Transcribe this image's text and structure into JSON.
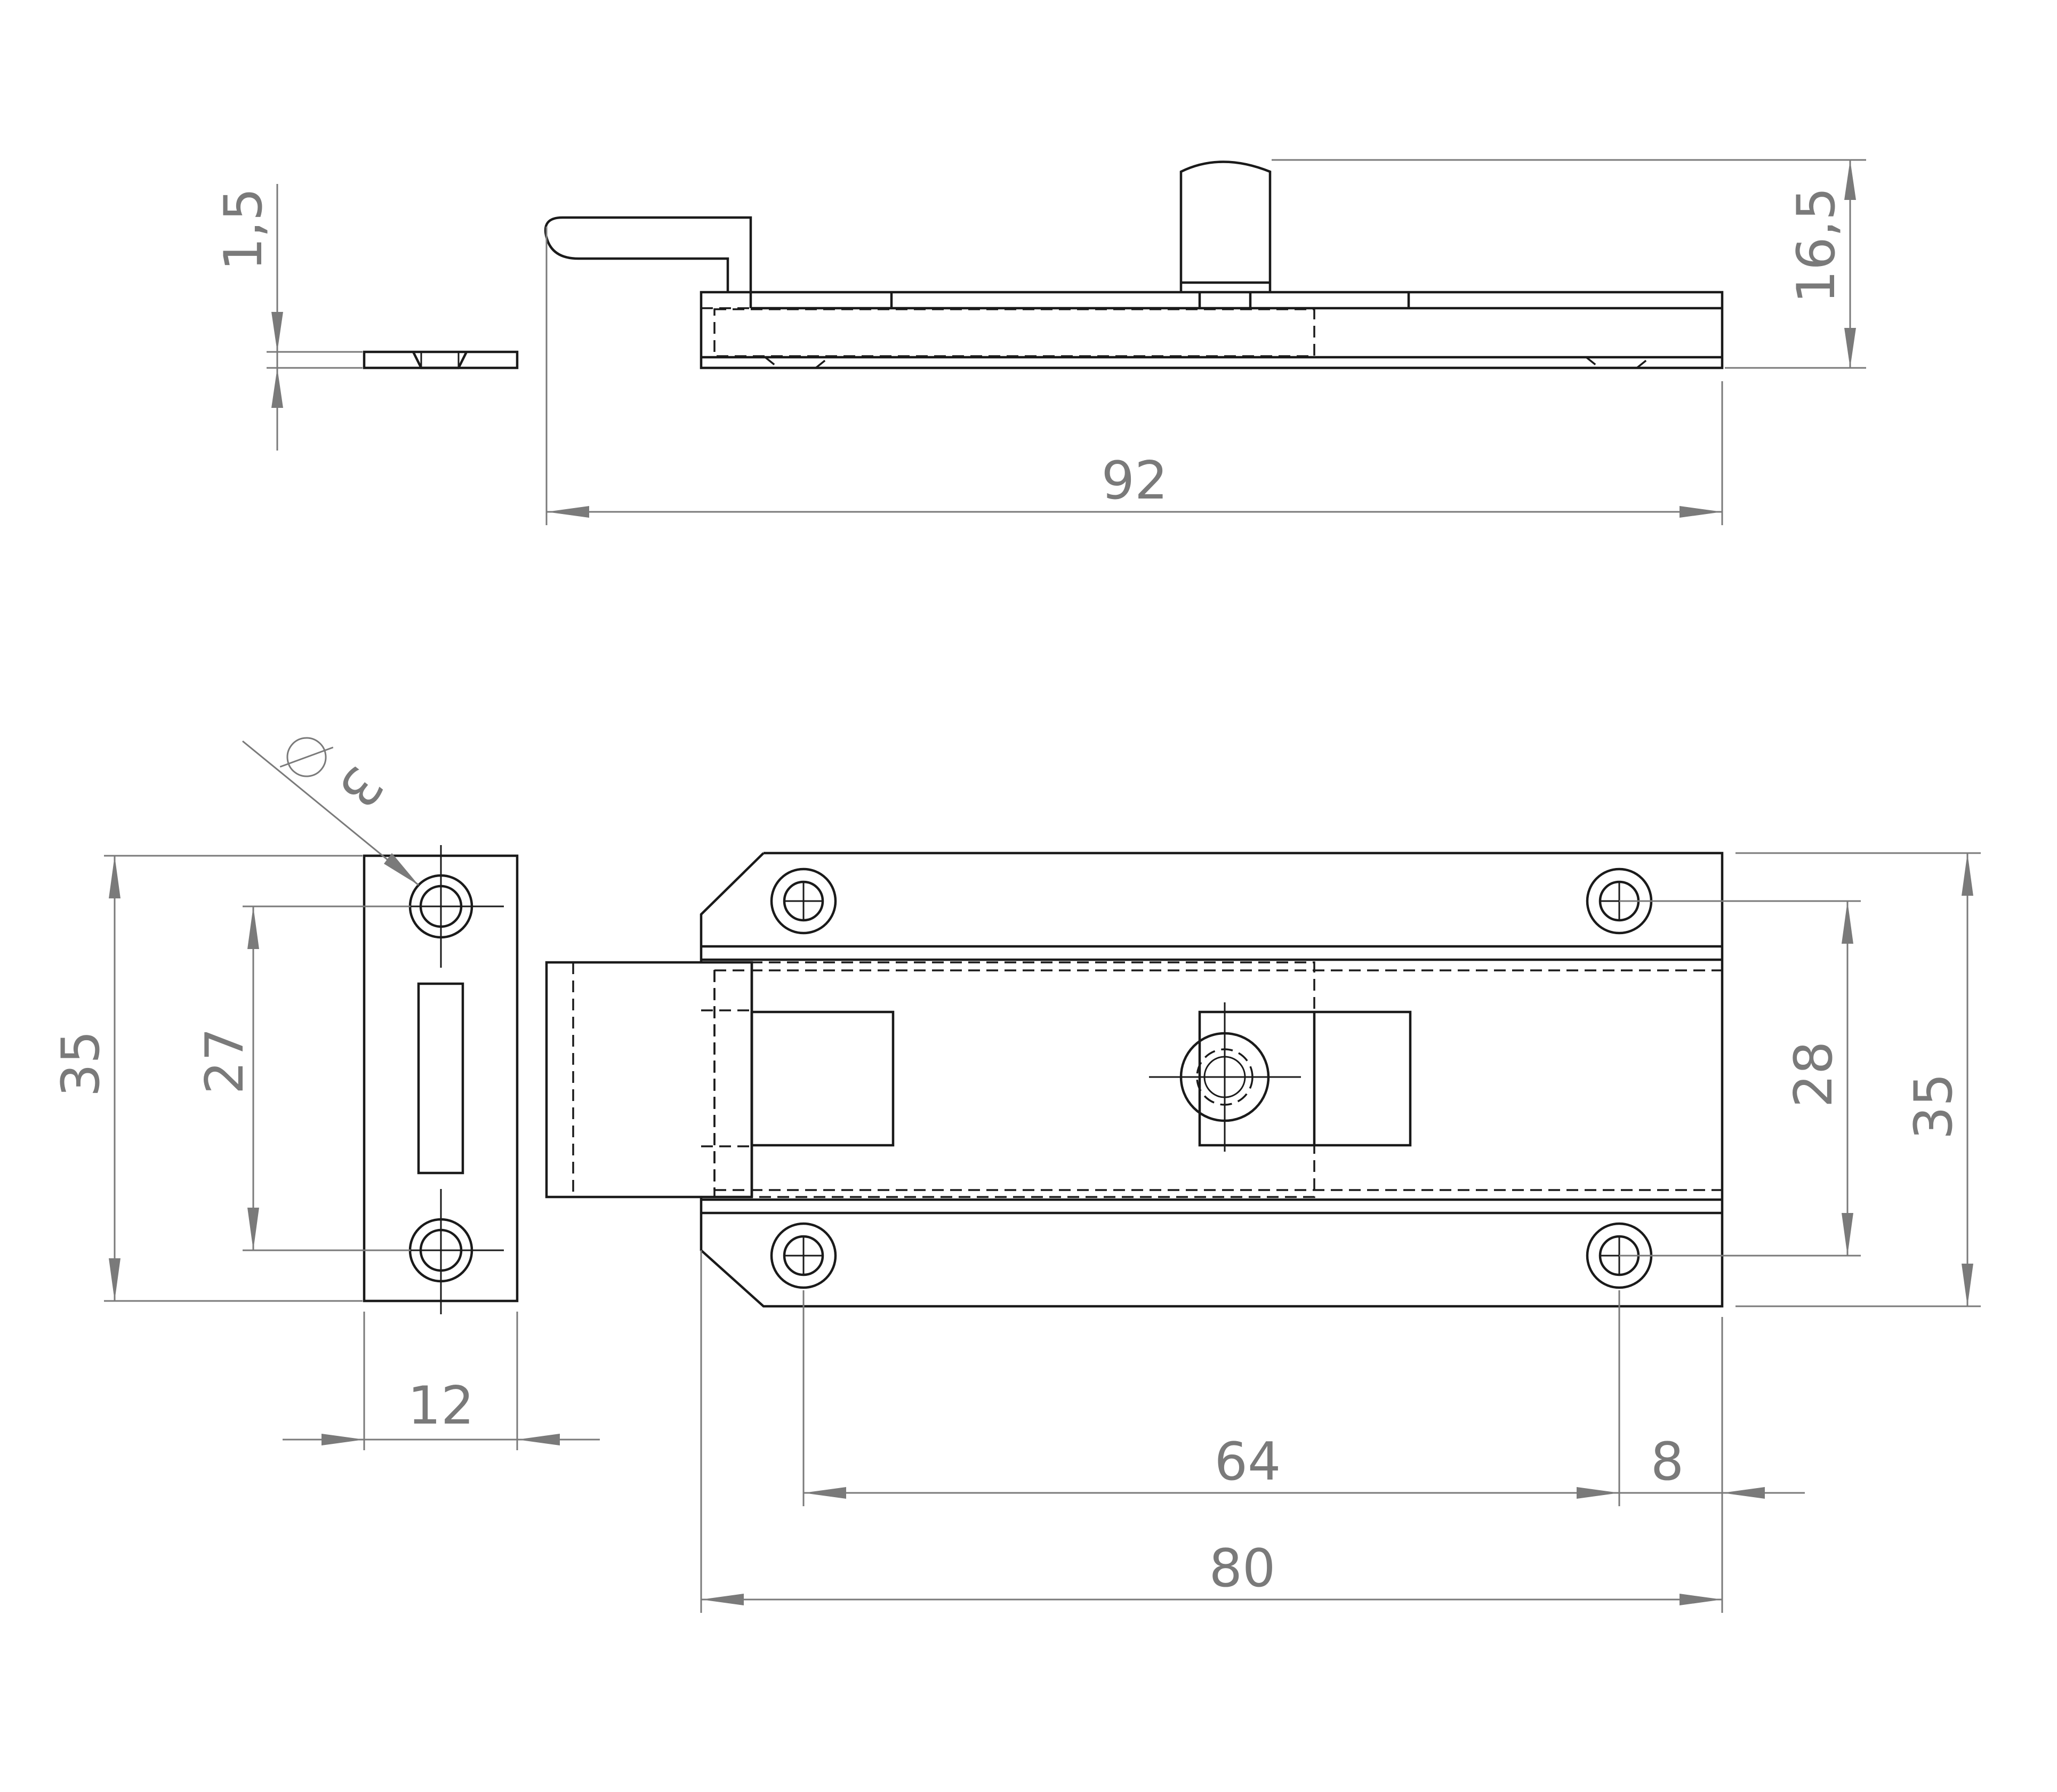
{
  "colors": {
    "outline": "#1a1a1a",
    "dimension": "#7a7a7a",
    "background": "#ffffff"
  },
  "dimensions": {
    "plate_thickness": "1,5",
    "overall_length": "92",
    "knob_height": "16,5",
    "keeper_height": "35",
    "keeper_hole_spacing": "27",
    "keeper_width": "12",
    "hole_diameter": "3",
    "bolt_hole_spacing_vertical": "28",
    "bolt_height": "35",
    "hole_spacing_horizontal": "64",
    "hole_edge_offset": "8",
    "plate_length": "80"
  }
}
